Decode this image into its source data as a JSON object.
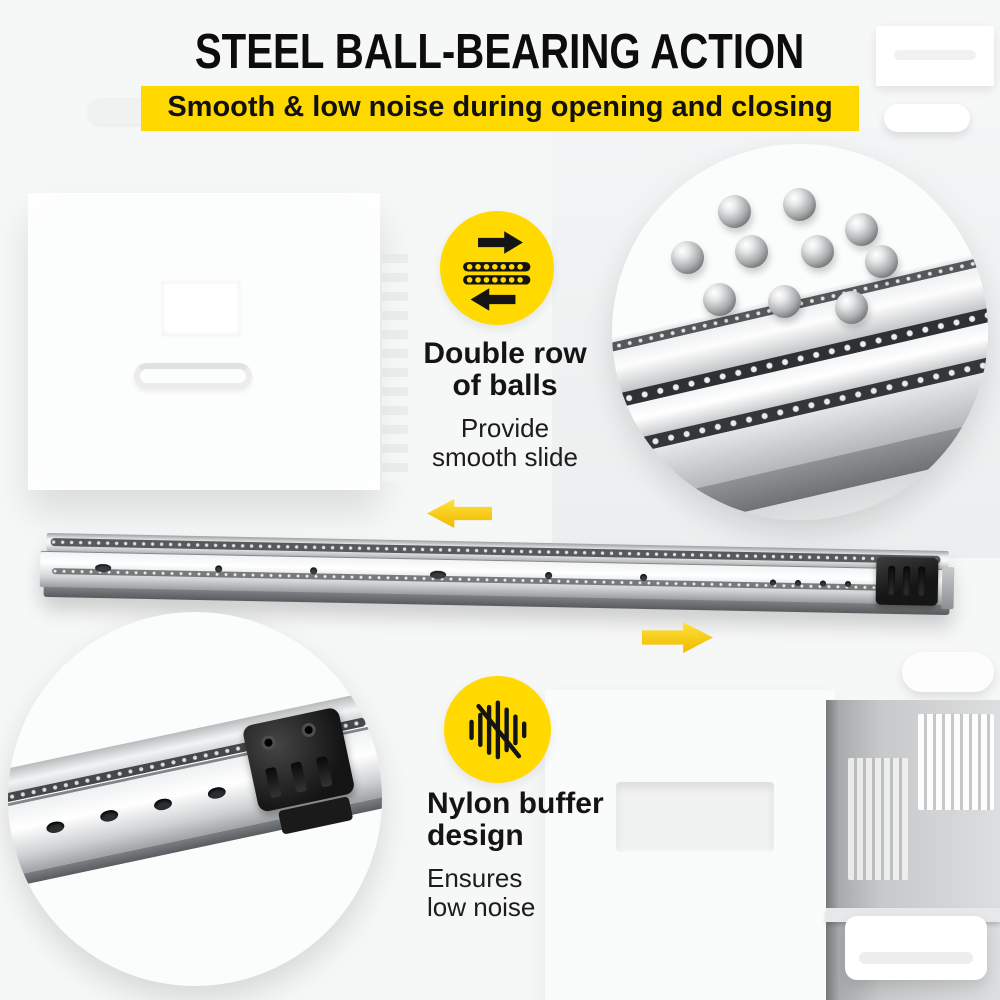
{
  "header": {
    "title": "STEEL BALL-BEARING ACTION",
    "subtitle": "Smooth & low noise during opening and closing"
  },
  "features": {
    "double_row": {
      "icon": "double-row-of-balls-icon",
      "title": [
        "Double row",
        "of balls"
      ],
      "description": [
        "Provide",
        "smooth slide"
      ]
    },
    "nylon_buffer": {
      "icon": "nylon-buffer-noise-icon",
      "title": [
        "Nylon buffer",
        "design"
      ],
      "description": [
        "Ensures",
        "low noise"
      ]
    }
  },
  "icons": {
    "arrow_left": "slide-direction-arrow-left-icon",
    "arrow_right": "slide-direction-arrow-right-icon"
  },
  "colors": {
    "accent_yellow": "#FFD800",
    "badge_yellow": "#FFD900",
    "text_black": "#111111"
  }
}
